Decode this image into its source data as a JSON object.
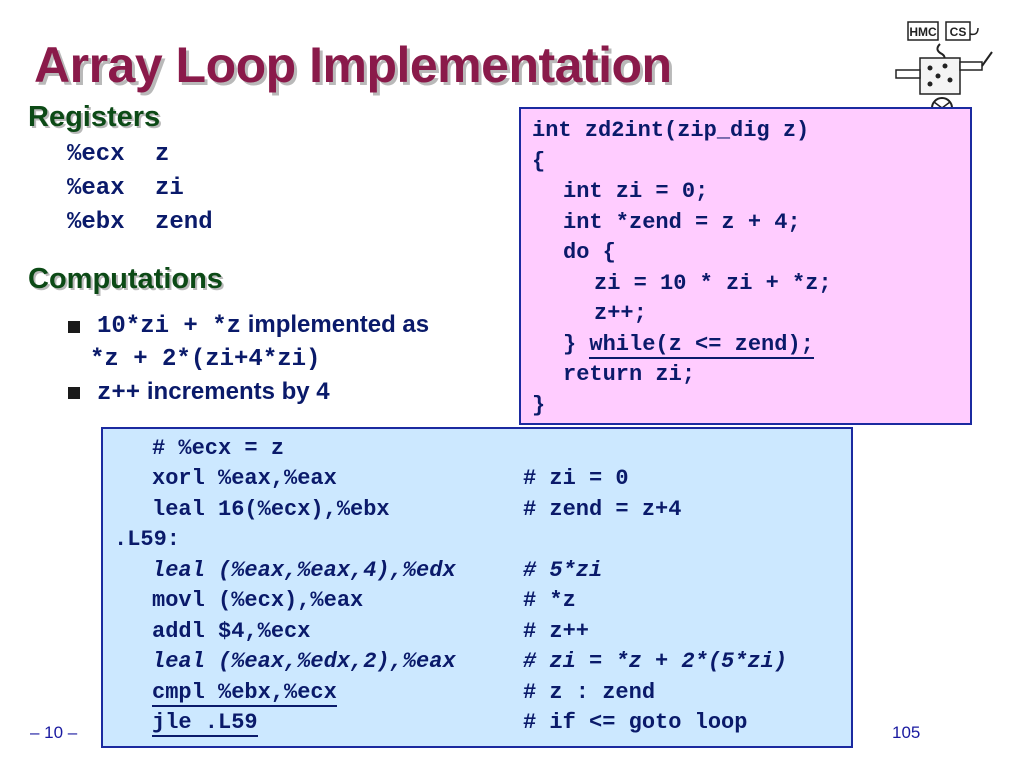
{
  "title": "Array Loop Implementation",
  "registers": {
    "heading": "Registers",
    "rows": [
      {
        "reg": "%ecx",
        "var": "z"
      },
      {
        "reg": "%eax",
        "var": "zi"
      },
      {
        "reg": "%ebx",
        "var": "zend"
      }
    ]
  },
  "computations": {
    "heading": "Computations",
    "bullet1_code": "10*zi + *z",
    "bullet1_text": "implemented as",
    "bullet1_cont": "*z + 2*(zi+4*zi)",
    "bullet2_code": "z++",
    "bullet2_text": "increments by 4"
  },
  "c_code": {
    "lines": [
      "int zd2int(zip_dig z)",
      "{",
      "int zi = 0;",
      "int *zend = z + 4;",
      "do {",
      "zi = 10 * zi + *z;",
      "z++;",
      "} ",
      "while(z <= zend);",
      "return zi;",
      "}"
    ]
  },
  "asm": {
    "lines": [
      {
        "instr": "# %ecx = z",
        "comment": ""
      },
      {
        "instr": "xorl %eax,%eax",
        "comment": "# zi = 0"
      },
      {
        "instr": "leal 16(%ecx),%ebx",
        "comment": "# zend = z+4"
      },
      {
        "instr": ".L59:",
        "comment": ""
      },
      {
        "instr": "leal (%eax,%eax,4),%edx",
        "comment": "# 5*zi"
      },
      {
        "instr": "movl (%ecx),%eax",
        "comment": "# *z"
      },
      {
        "instr": "addl $4,%ecx",
        "comment": "# z++"
      },
      {
        "instr": "leal (%eax,%edx,2),%eax",
        "comment": "# zi = *z + 2*(5*zi)"
      },
      {
        "instr": "cmpl %ebx,%ecx",
        "comment": "# z : zend"
      },
      {
        "instr": "jle .L59",
        "comment": "# if <= goto loop"
      }
    ]
  },
  "footer": {
    "left": "– 10 –",
    "right": "105"
  },
  "logo": {
    "icon": "hmc-cs-robot-logo-icon",
    "text_left": "HMC",
    "text_right": "CS"
  }
}
